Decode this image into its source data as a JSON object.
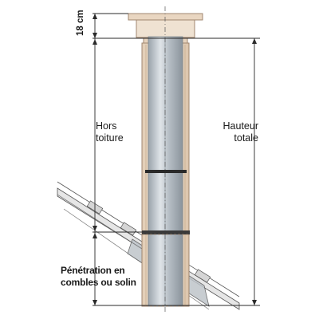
{
  "labels": {
    "top_height": "18 cm",
    "hors_toiture_line1": "Hors",
    "hors_toiture_line2": "toiture",
    "hauteur_line1": "Hauteur",
    "hauteur_line2": "totale",
    "penetration_line1": "Pénétration en",
    "penetration_line2": "combles ou solin"
  },
  "colors": {
    "casing_fill": "#ead8c4",
    "casing_stroke": "#a08770",
    "pipe_fill": "#b3bcc4",
    "pipe_highlight": "#d9dfe4",
    "dimension_line": "#2a2a2a",
    "roof_stroke": "#555555",
    "roof_fill": "#cfcfcf"
  }
}
